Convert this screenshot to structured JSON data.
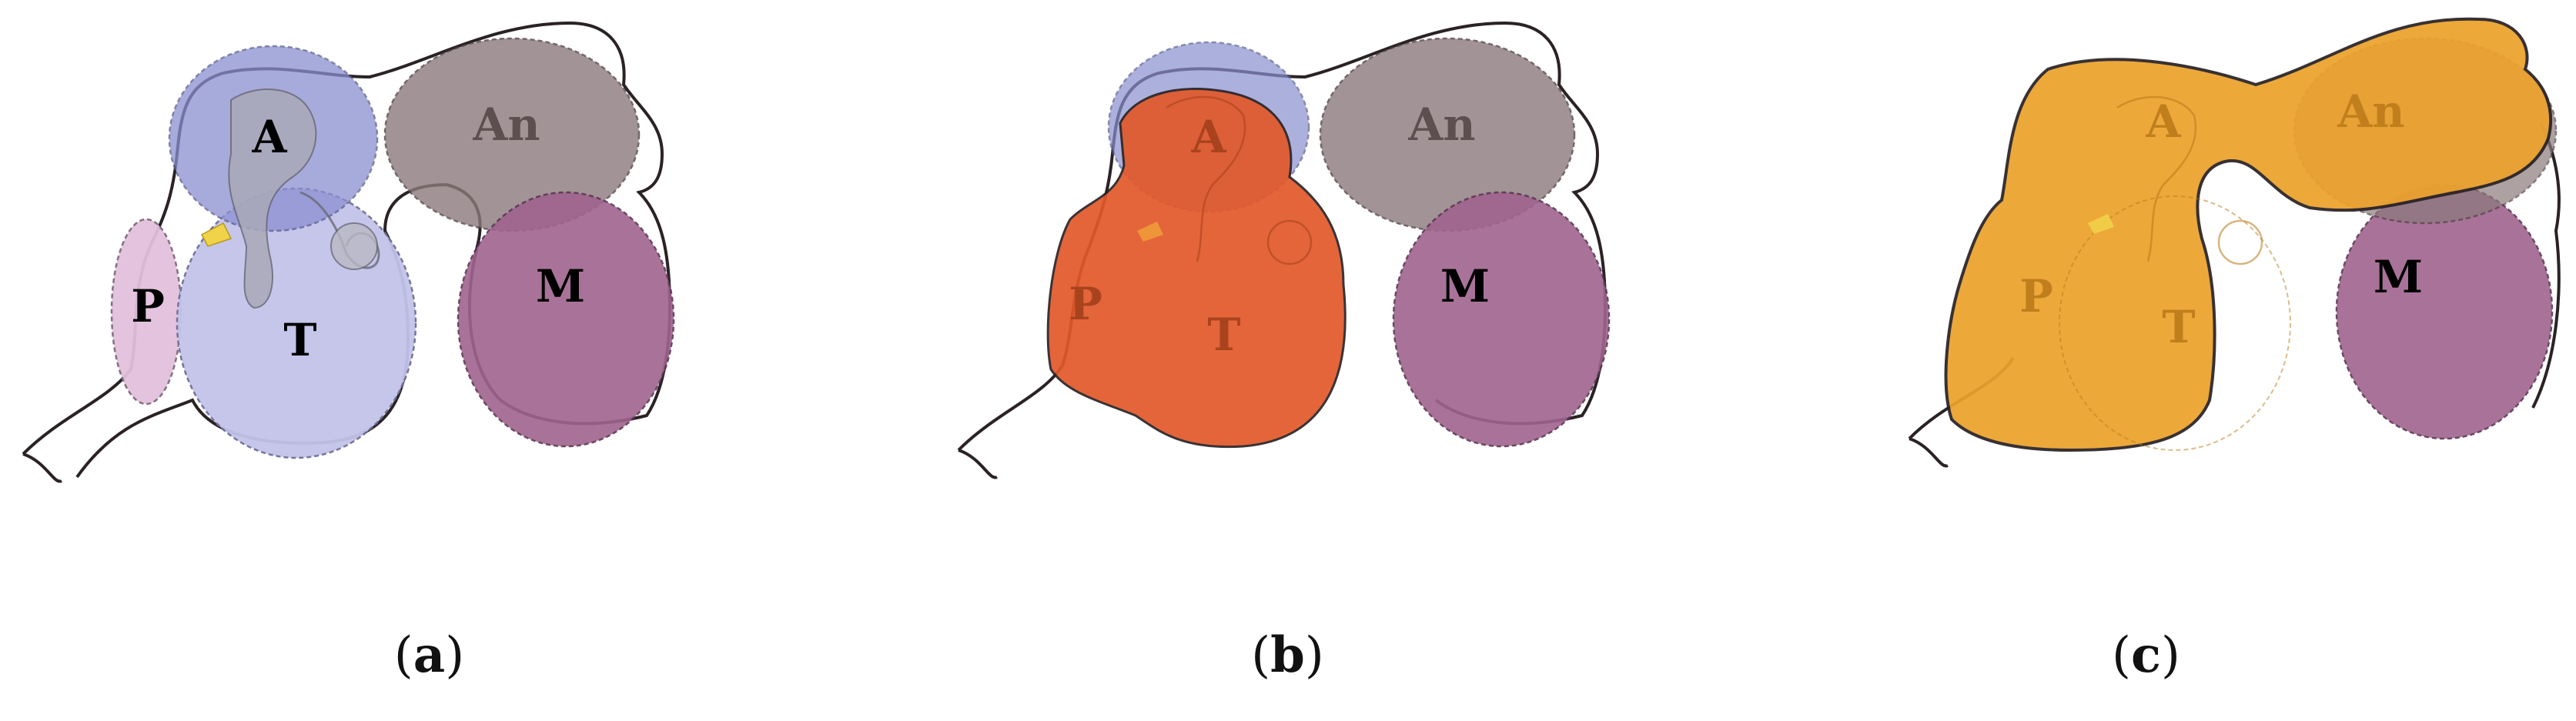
{
  "panels": [
    {
      "id": "a",
      "caption_open": "(",
      "caption_letter": "a",
      "caption_close": ")",
      "labels": {
        "A": "A",
        "An": "An",
        "P": "P",
        "T": "T",
        "M": "M"
      },
      "overlay": "none"
    },
    {
      "id": "b",
      "caption_open": "(",
      "caption_letter": "b",
      "caption_close": ")",
      "labels": {
        "A": "A",
        "An": "An",
        "P": "P",
        "T": "T",
        "M": "M"
      },
      "overlay": "orange-red"
    },
    {
      "id": "c",
      "caption_open": "(",
      "caption_letter": "c",
      "caption_close": ")",
      "labels": {
        "A": "A",
        "An": "An",
        "P": "P",
        "T": "T",
        "M": "M"
      },
      "overlay": "orange"
    }
  ],
  "colors": {
    "A_fill": "#8a8fd0",
    "T_fill": "#c3c3ea",
    "P_fill": "#e2c0dc",
    "An_fill": "#8c7a7c",
    "M_fill": "#a0648f",
    "outline": "#2a2224",
    "overlay_b": "#e2592a",
    "overlay_c": "#eca22c",
    "yellow_mark": "#f1d34a"
  }
}
